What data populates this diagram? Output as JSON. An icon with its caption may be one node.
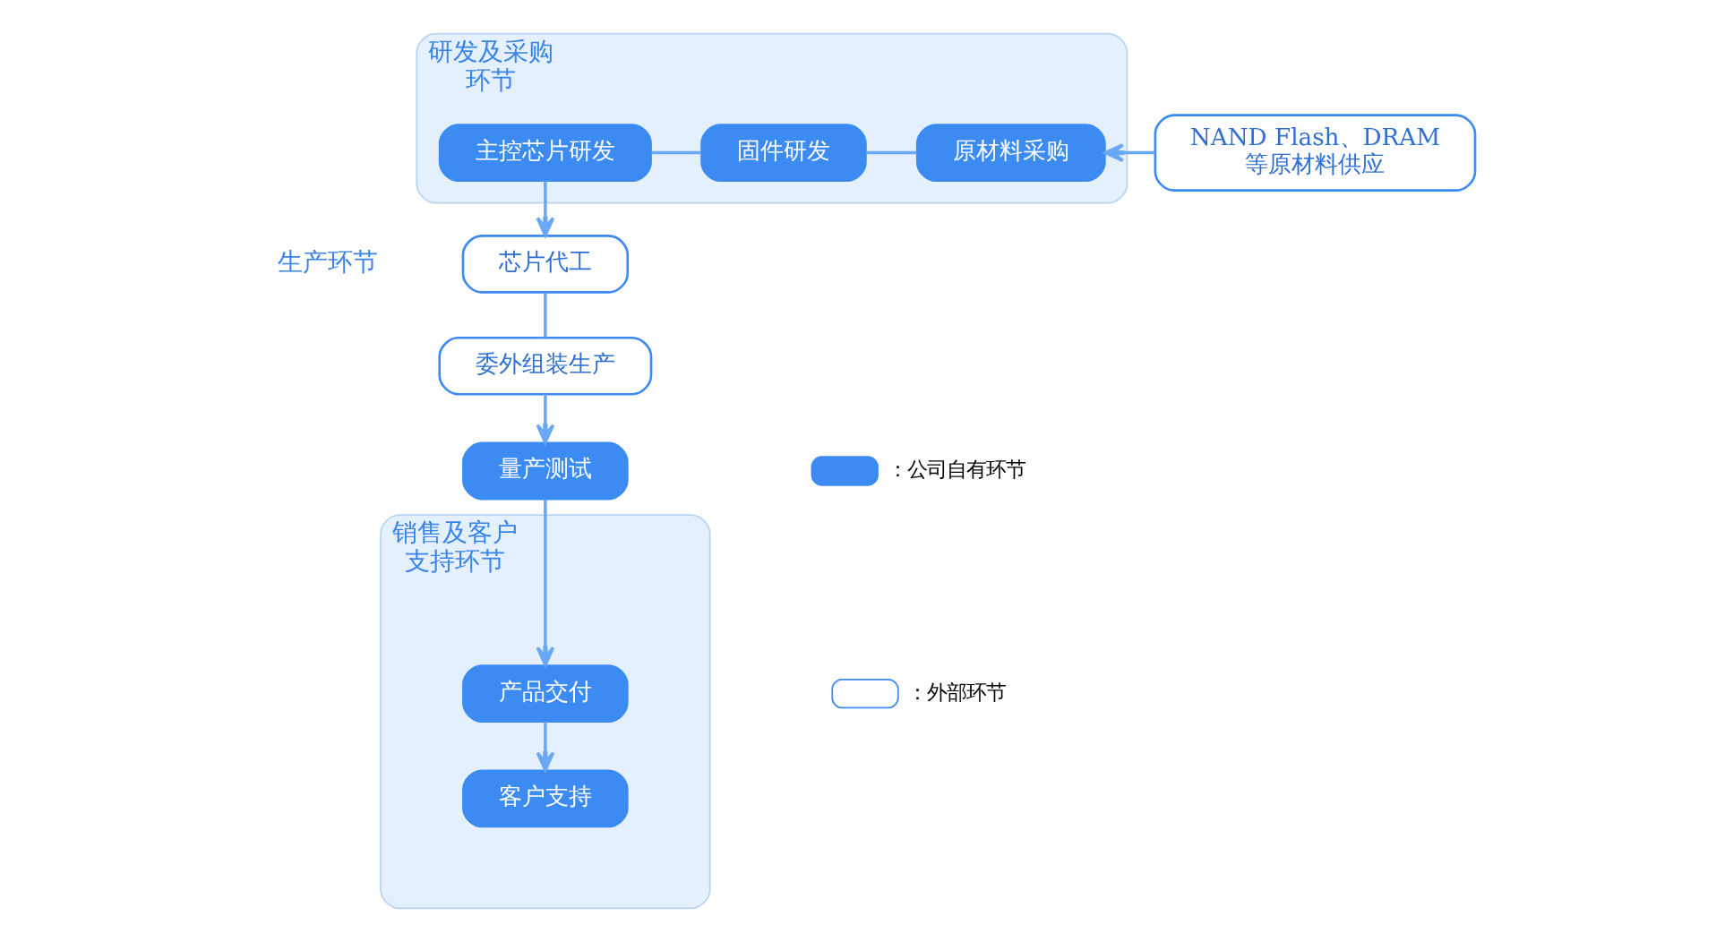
{
  "diagram": {
    "nodes": [
      {
        "text": [
          "研发及采购环节"
        ]
      },
      {
        "text": [
          "主控芯片研发"
        ],
        "in": 0
      },
      {
        "text": [
          "固件研发"
        ],
        "in": 0
      },
      {
        "text": [
          "原材料采购"
        ],
        "in": 0
      },
      {
        "text": [
          "NAND Flash、DRAM等原材料供应"
        ]
      },
      {
        "text": [
          "芯片代工"
        ]
      },
      {
        "text": [
          "委外组装生产"
        ]
      },
      {
        "text": [
          "量产测试"
        ]
      },
      {
        "text": [
          "销售及客户支持环节"
        ]
      },
      {
        "text": [
          "产品交付"
        ],
        "in": 8
      },
      {
        "text": [
          "客户支持"
        ],
        "in": 8
      }
    ],
    "edges": [
      {
        "from": 1,
        "to": 2,
        "arrow": "none"
      },
      {
        "from": 2,
        "to": 3,
        "arrow": "none"
      },
      {
        "from": 4,
        "to": 3,
        "arrow": "to"
      },
      {
        "from": 1,
        "to": 5,
        "arrow": "to"
      },
      {
        "from": 5,
        "to": 6,
        "arrow": "none"
      },
      {
        "from": 6,
        "to": 7,
        "arrow": "to"
      },
      {
        "from": 7,
        "to": 9,
        "arrow": "to"
      },
      {
        "from": 9,
        "to": 10,
        "arrow": "to"
      }
    ],
    "labels": [
      "生产环节"
    ],
    "legend": [
      {
        "text": "：公司自有环节",
        "color": "#3b8bf3"
      },
      {
        "text": "：外部环节"
      }
    ]
  }
}
